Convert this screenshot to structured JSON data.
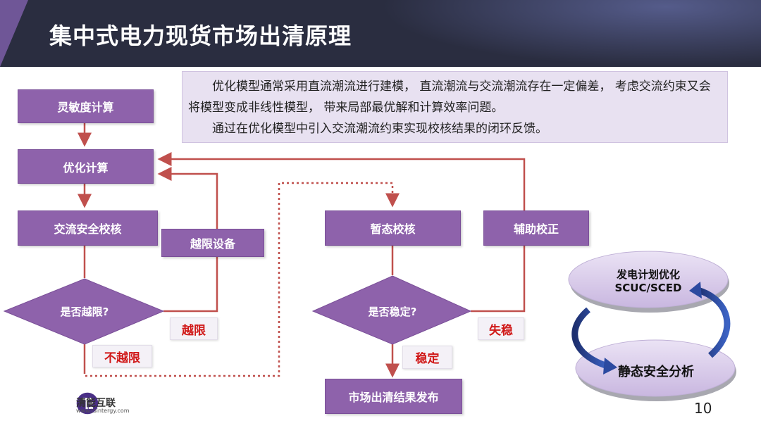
{
  "title": "集中式电力现货市场出清原理",
  "note": {
    "line1": "优化模型通常采用直流潮流进行建模， 直流潮流与交流潮流存在一定偏差， 考虑交流约束又会将模型变成非线性模型， 带来局部最优解和计算效率问题。",
    "line2": "通过在优化模型中引入交流潮流约束实现校核结果的闭环反馈。"
  },
  "left_flow": {
    "sensitivity": "灵敏度计算",
    "optimize": "优化计算",
    "ac_check": "交流安全校核",
    "over_limit_device": "越限设备",
    "decision": "是否越限?",
    "yes_label": "越限",
    "no_label": "不越限"
  },
  "right_flow": {
    "transient": "暂态校核",
    "aux": "辅助校正",
    "decision": "是否稳定?",
    "unstable": "失稳",
    "stable": "稳定",
    "publish": "市场出清结果发布"
  },
  "cycle": {
    "top_line1": "发电计划优化",
    "top_line2": "SCUC/SCED",
    "bottom": "静态安全分析"
  },
  "logo": {
    "name": "清能互联",
    "sub": "www.tsintergy.com"
  },
  "page_number": "10",
  "colors": {
    "box": "#8e62ab",
    "arrow": "#c0504d",
    "label_text": "#d01818"
  }
}
